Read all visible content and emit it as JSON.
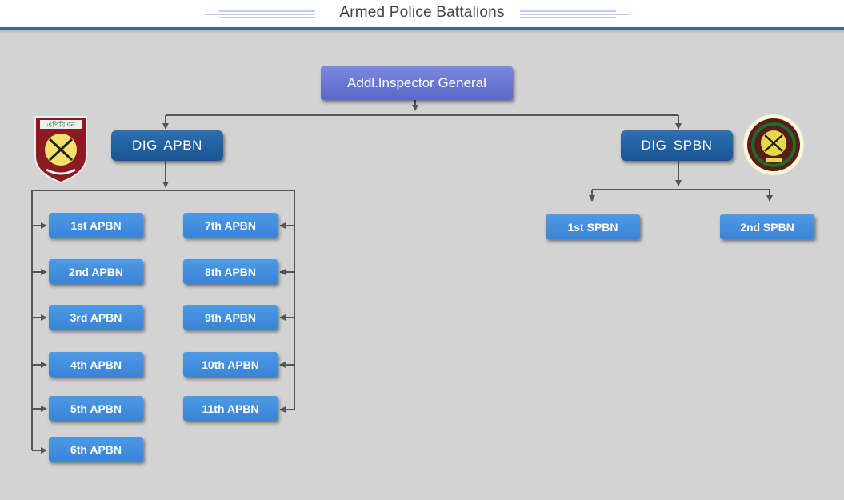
{
  "header": {
    "title": "Armed Police Battalions"
  },
  "chart": {
    "top": {
      "label": "Addl.Inspector General"
    },
    "dig_apbn": {
      "label": "DIG  APBN",
      "units_left": [
        "1st APBN",
        "2nd APBN",
        "3rd APBN",
        "4th APBN",
        "5th APBN",
        "6th APBN"
      ],
      "units_right": [
        "7th APBN",
        "8th APBN",
        "9th APBN",
        "10th APBN",
        "11th APBN"
      ]
    },
    "dig_spbn": {
      "label": "DIG  SPBN",
      "units": [
        "1st SPBN",
        "2nd SPBN"
      ]
    }
  },
  "emblems": {
    "apbn_logo": {
      "icon": "apbn-shield-emblem",
      "text": "এপিবিএন"
    },
    "spbn_logo": {
      "icon": "spbn-round-emblem"
    }
  },
  "colors": {
    "header_rule": "#3a66a8",
    "top_box": "#6a77d2",
    "dig_box": "#1f5c9e",
    "unit_box": "#4590dd",
    "connector": "#555555",
    "background": "#d3d3d3"
  }
}
